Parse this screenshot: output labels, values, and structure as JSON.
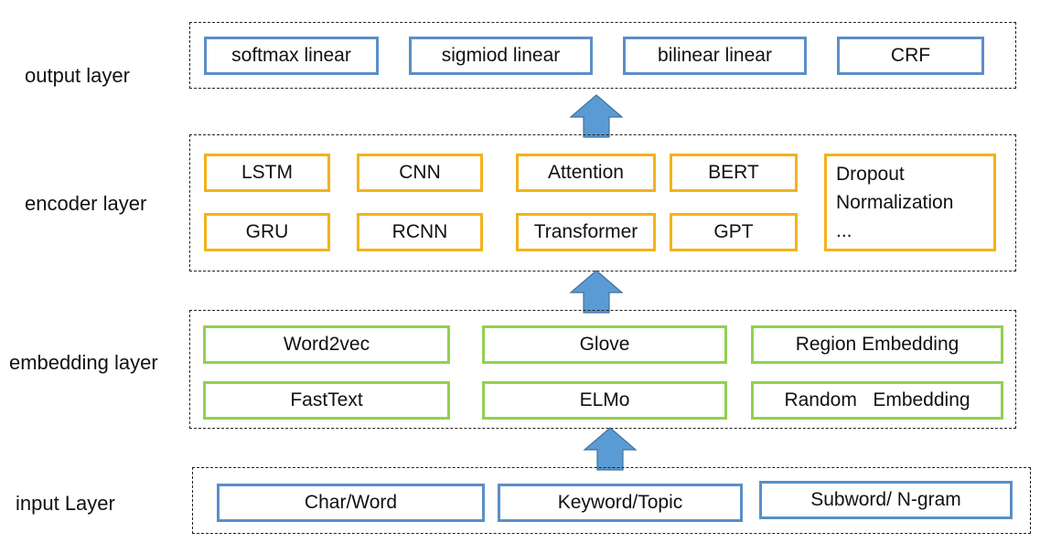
{
  "layers": {
    "output": {
      "label": "output layer",
      "items": [
        "softmax linear",
        "sigmiod linear",
        "bilinear linear",
        "CRF"
      ]
    },
    "encoder": {
      "label": "encoder layer",
      "items": [
        "LSTM",
        "CNN",
        "Attention",
        "BERT",
        "GRU",
        "RCNN",
        "Transformer",
        "GPT"
      ],
      "extras": [
        "Dropout",
        "Normalization",
        "..."
      ]
    },
    "embedding": {
      "label": "embedding layer",
      "items": [
        "Word2vec",
        "Glove",
        "Region Embedding",
        "FastText",
        "ELMo",
        "Random   Embedding"
      ]
    },
    "input": {
      "label": "input Layer",
      "items": [
        "Char/Word",
        "Keyword/Topic",
        "Subword/ N-gram"
      ]
    }
  },
  "colors": {
    "output_border": "#5b8fc7",
    "encoder_border": "#f3b21b",
    "embedding_border": "#92d050",
    "input_border": "#5b8fc7",
    "arrow_fill": "#5b9bd5",
    "arrow_stroke": "#41719c"
  }
}
